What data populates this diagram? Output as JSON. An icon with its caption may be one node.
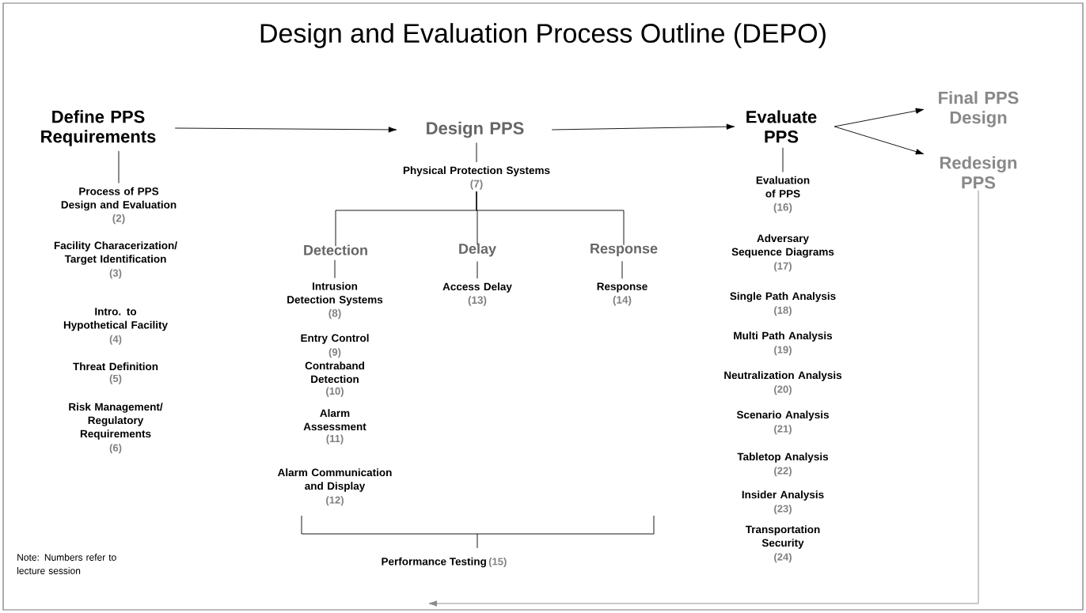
{
  "diagram": {
    "title": "Design and Evaluation Process Outline (DEPO)",
    "nodes": [
      {
        "text": [
          "Define PPS Requirements"
        ]
      },
      {
        "text": [
          "Design PPS"
        ]
      },
      {
        "text": [
          "Evaluate PPS"
        ]
      },
      {
        "text": [
          "Final PPS Design"
        ]
      },
      {
        "text": [
          "Redesign PPS"
        ]
      },
      {
        "text": [
          "Process of PPS Design and Evaluation",
          "(2)"
        ]
      },
      {
        "text": [
          "Physical Protection Systems",
          "(7)"
        ]
      },
      {
        "text": [
          "Detection"
        ]
      },
      {
        "text": [
          "Delay"
        ]
      },
      {
        "text": [
          "Response"
        ]
      },
      {
        "text": [
          "Intrusion Detection Systems",
          "(8)"
        ]
      },
      {
        "text": [
          "Access Delay",
          "(13)"
        ]
      },
      {
        "text": [
          "Response",
          "(14)"
        ]
      },
      {
        "text": [
          "Evaluation of PPS",
          "(16)"
        ]
      }
    ],
    "edges": [
      {
        "from": 0,
        "to": 1,
        "arrow": "to"
      },
      {
        "from": 1,
        "to": 2,
        "arrow": "to"
      },
      {
        "from": 2,
        "to": 3,
        "arrow": "to"
      },
      {
        "from": 2,
        "to": 4,
        "arrow": "to"
      },
      {
        "from": 4,
        "to": null,
        "arrow": "to",
        "color": "#888888"
      },
      {
        "from": 0,
        "to": 5,
        "arrow": "none"
      },
      {
        "from": 1,
        "to": 6,
        "arrow": "none"
      },
      {
        "from": 6,
        "to": 7,
        "arrow": "none"
      },
      {
        "from": 6,
        "to": 8,
        "arrow": "none"
      },
      {
        "from": 6,
        "to": 9,
        "arrow": "none"
      },
      {
        "from": 7,
        "to": 10,
        "arrow": "none"
      },
      {
        "from": 8,
        "to": 11,
        "arrow": "none"
      },
      {
        "from": 9,
        "to": 12,
        "arrow": "none"
      },
      {
        "from": 2,
        "to": 13,
        "arrow": "none"
      }
    ],
    "labels": [
      "Facility Characerization/ Target Identification",
      "(3)",
      "Intro. to Hypothetical Facility",
      "(4)",
      "Threat Definition",
      "(5)",
      "Risk Management/ Regulatory Requirements",
      "(6)",
      "Entry Control",
      "(9)",
      "Contraband Detection",
      "(10)",
      "Alarm Assessment",
      "(11)",
      "Alarm Communication and Display",
      "(12)",
      "Performance Testing",
      "(15)",
      "Adversary Sequence Diagrams",
      "(17)",
      "Single Path Analysis",
      "(18)",
      "Multi Path Analysis",
      "(19)",
      "Neutralization Analysis",
      "(20)",
      "Scenario Analysis",
      "(21)",
      "Tabletop Analysis",
      "(22)",
      "Insider Analysis",
      "(23)",
      "Transportation Security",
      "(24)",
      "Note: Numbers refer to lecture session"
    ]
  }
}
